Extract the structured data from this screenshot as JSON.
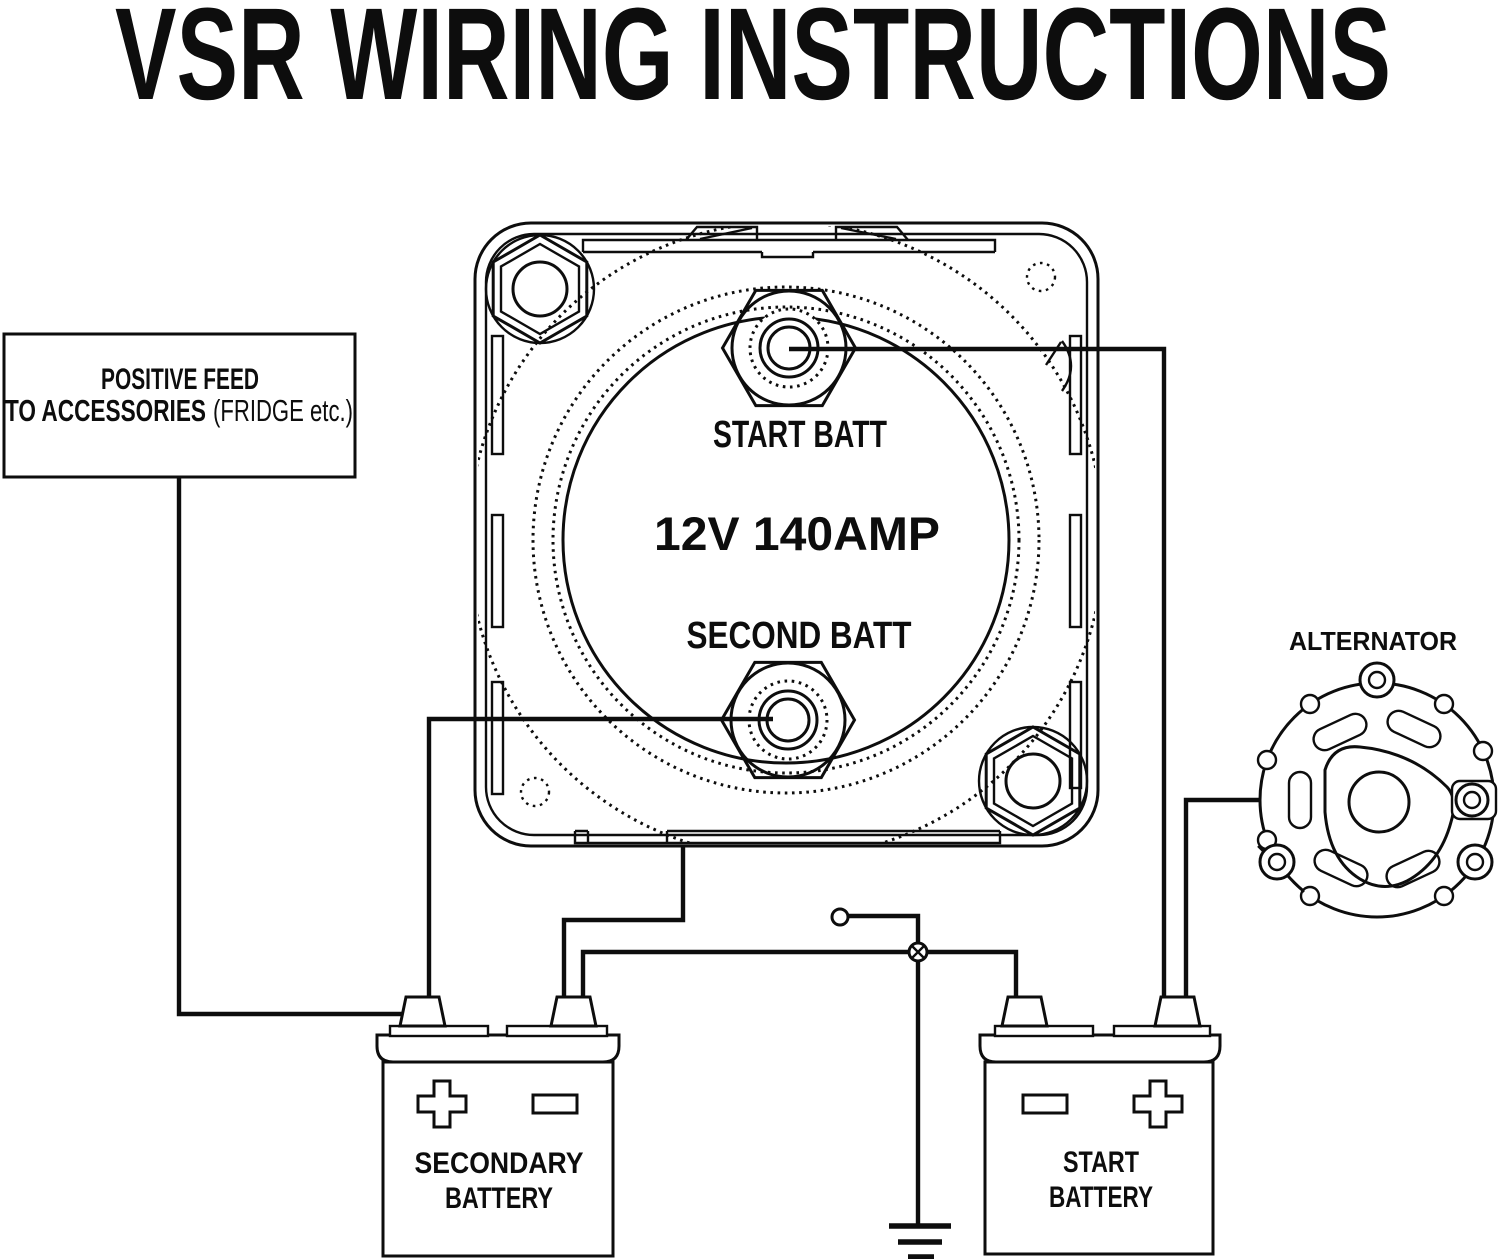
{
  "title": {
    "text": "VSR WIRING INSTRUCTIONS",
    "color": "#2452C5"
  },
  "vsr": {
    "start_terminal_label": "START BATT",
    "rating_label": "12V 140AMP",
    "second_terminal_label": "SECOND BATT"
  },
  "accessories_box": {
    "line1": "POSITIVE FEED",
    "line2": "TO ACCESSORIES",
    "line2_note": "(FRIDGE etc.)"
  },
  "alternator": {
    "label": "ALTERNATOR"
  },
  "secondary_battery": {
    "line1": "SECONDARY",
    "line2": "BATTERY"
  },
  "start_battery": {
    "line1": "START",
    "line2": "BATTERY"
  },
  "colors": {
    "line": "#0d0d0d",
    "background": "#ffffff",
    "title_blue": "#2452C5"
  }
}
